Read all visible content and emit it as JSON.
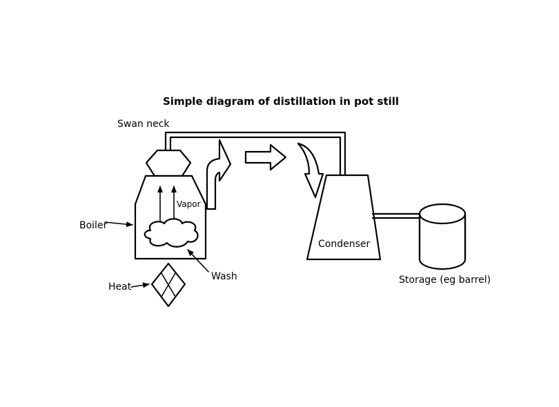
{
  "diagram": {
    "title": "Simple diagram of distillation in pot still",
    "labels": {
      "swan_neck": "Swan neck",
      "vapor": "Vapor",
      "boiler": "Boiler",
      "wash": "Wash",
      "heat": "Heat",
      "condenser": "Condenser",
      "storage": "Storage (eg barrel)"
    }
  }
}
